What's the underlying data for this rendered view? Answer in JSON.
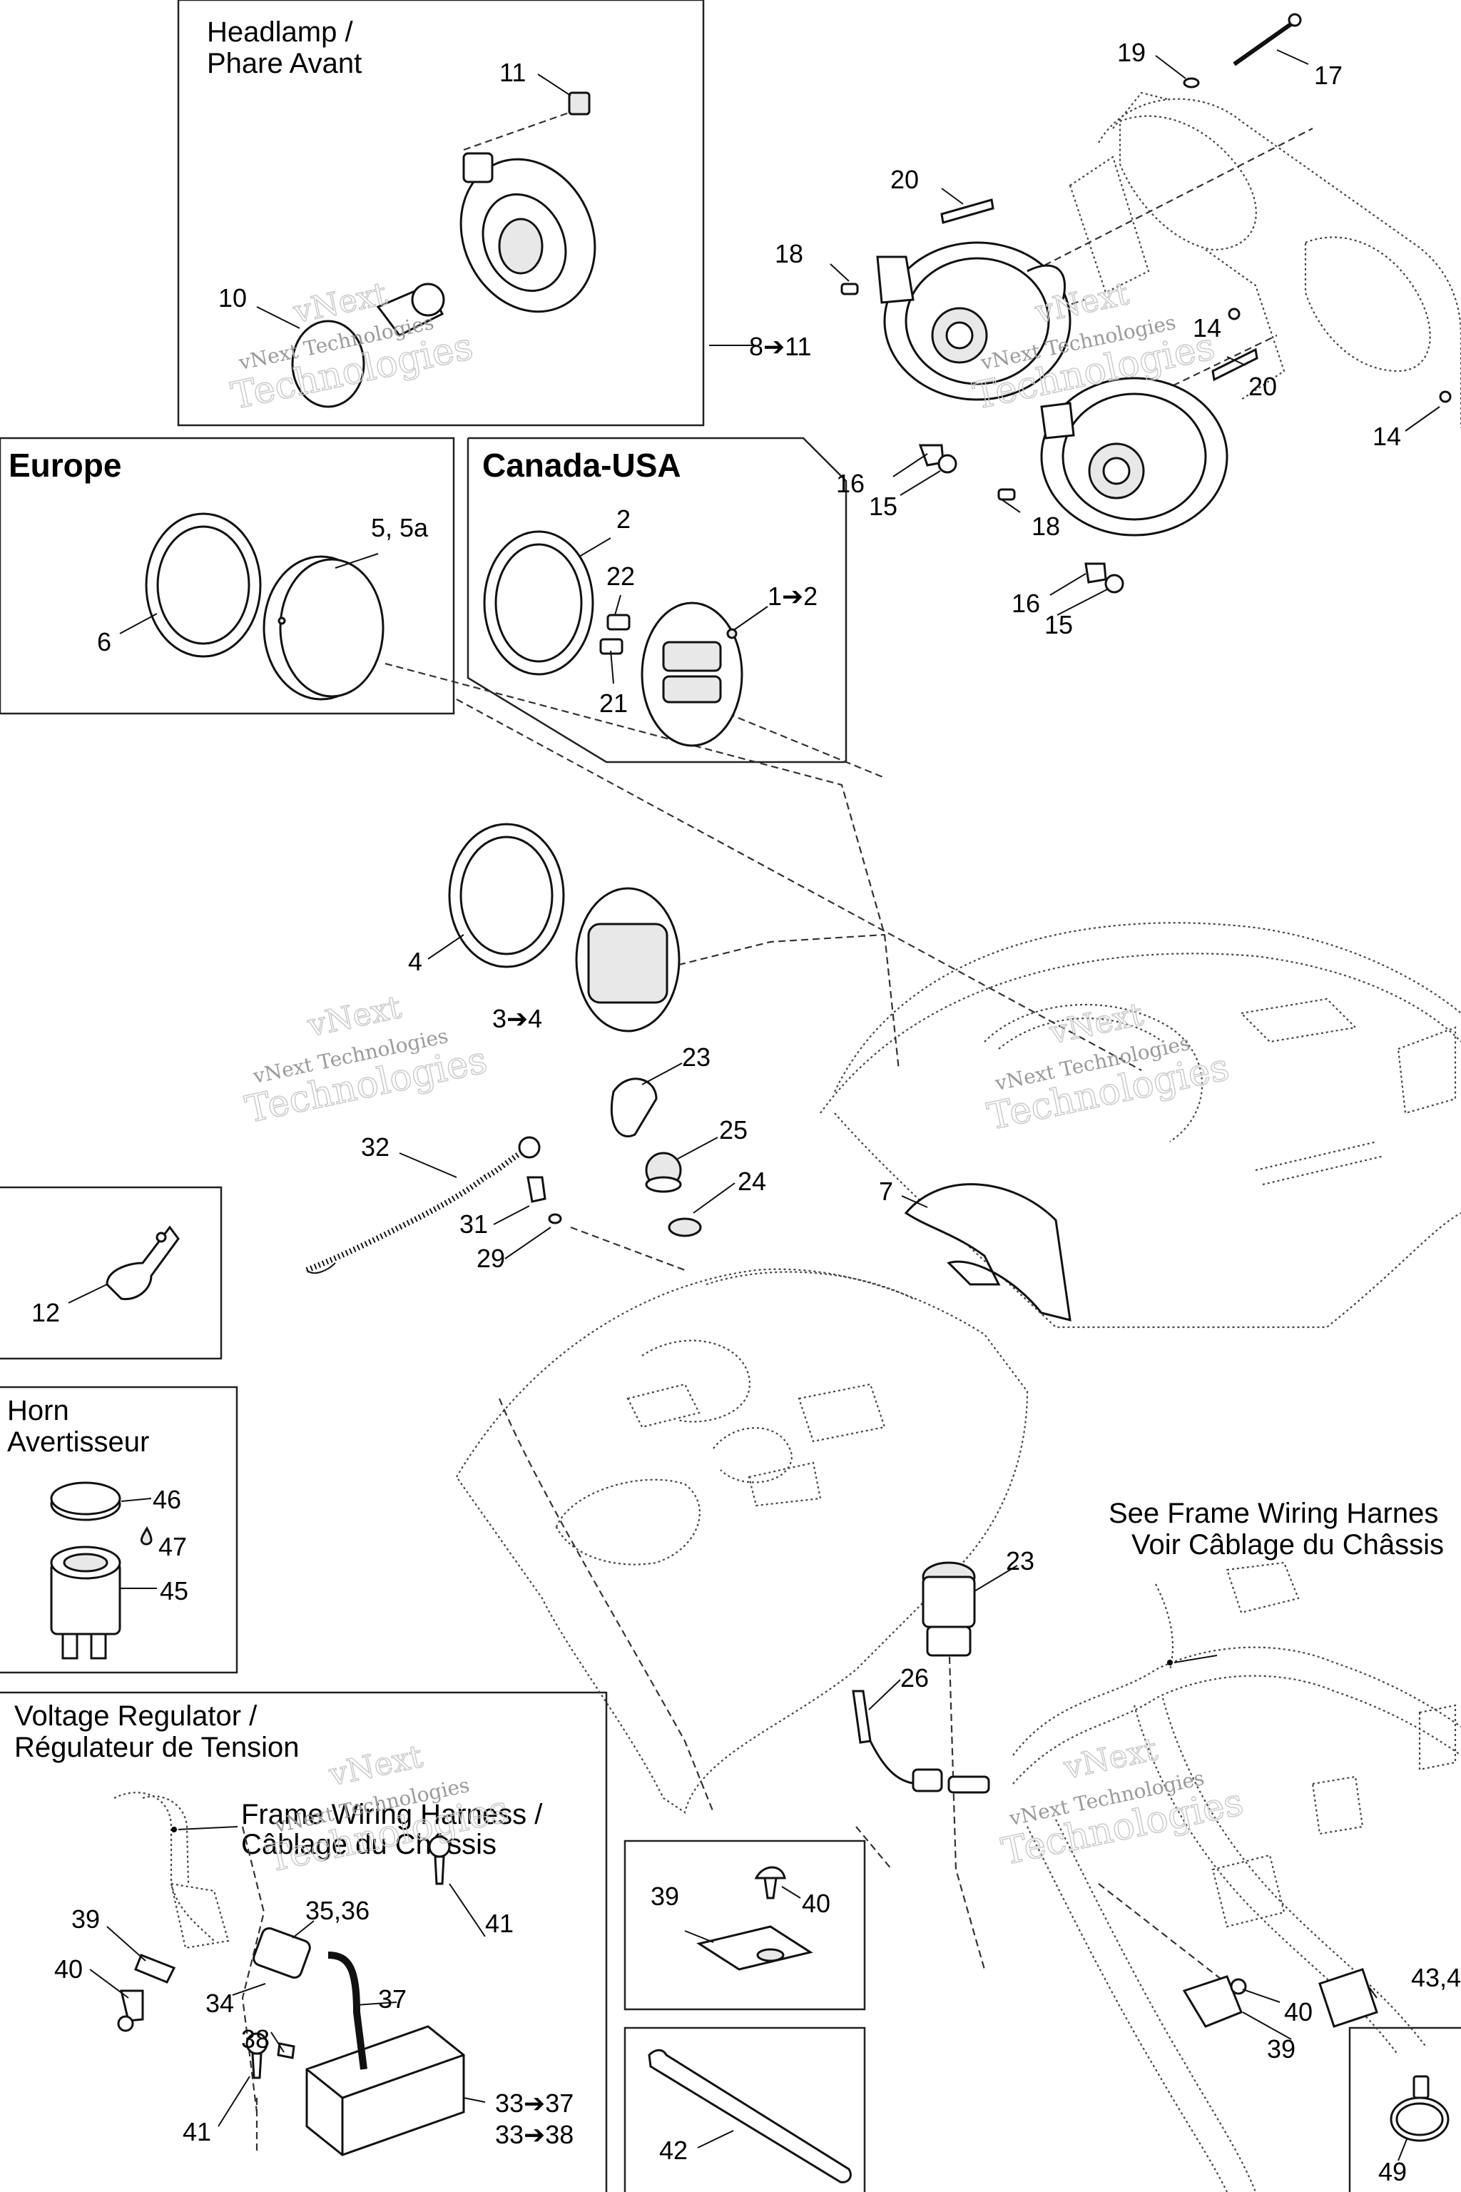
{
  "sections": {
    "headlamp": {
      "line1": "Headlamp /",
      "line2": "Phare Avant"
    },
    "europe": "Europe",
    "canada_usa": "Canada-USA",
    "horn": {
      "line1": "Horn",
      "line2": "Avertisseur"
    },
    "voltage_regulator": {
      "line1": "Voltage Regulator /",
      "line2": "Régulateur de Tension"
    },
    "see_frame": {
      "line1": "See Frame Wiring Harnes",
      "line2": "Voir Câblage du Châssis"
    },
    "frame_wiring": {
      "line1": "Frame Wiring Harness /",
      "line2": "Câblage du Châssis"
    }
  },
  "callouts": {
    "c11": "11",
    "c10": "10",
    "c8_11": "8➔11",
    "c19": "19",
    "c17": "17",
    "c20a": "20",
    "c20b": "20",
    "c18a": "18",
    "c18b": "18",
    "c14a": "14",
    "c14b": "14",
    "c16a": "16",
    "c15a": "15",
    "c16b": "16",
    "c15b": "15",
    "c5": "5, 5a",
    "c6": "6",
    "c2": "2",
    "c22": "22",
    "c1_2": "1➔2",
    "c21": "21",
    "c4": "4",
    "c3_4": "3➔4",
    "c23a": "23",
    "c25": "25",
    "c24": "24",
    "c32": "32",
    "c31": "31",
    "c29": "29",
    "c7": "7",
    "c12": "12",
    "c46": "46",
    "c47": "47",
    "c45": "45",
    "c23b": "23",
    "c26": "26",
    "c39a": "39",
    "c40a": "40",
    "c35_36": "35,36",
    "c41a": "41",
    "c34": "34",
    "c37": "37",
    "c38": "38",
    "c41b": "41",
    "c33_37": "33➔37",
    "c33_38": "33➔38",
    "c39b": "39",
    "c40b": "40",
    "c42": "42",
    "c43": "43,4",
    "c40c": "40",
    "c39c": "39",
    "c49": "49"
  },
  "watermark": {
    "line1": "vNext",
    "line2": "vNext Technologies",
    "line3": "Technologies"
  }
}
